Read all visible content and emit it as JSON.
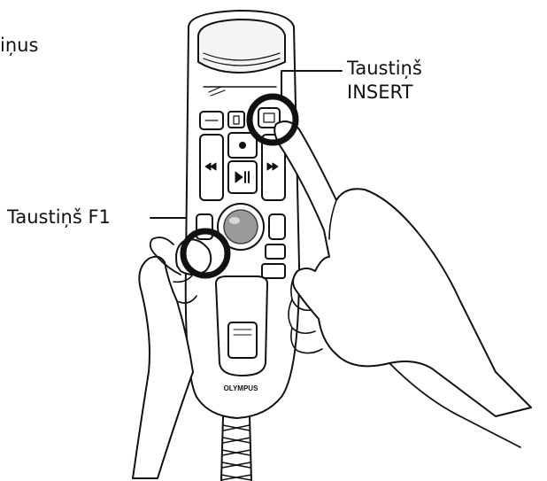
{
  "labels": {
    "partial_left": "iņus",
    "insert_line1": "Taustiņš",
    "insert_line2": "INSERT",
    "f1": "Taustiņš F1"
  },
  "device": {
    "brand": "OLYMPUS"
  },
  "colors": {
    "ink": "#111111",
    "ball": "#9a9a9a",
    "background": "#ffffff"
  }
}
